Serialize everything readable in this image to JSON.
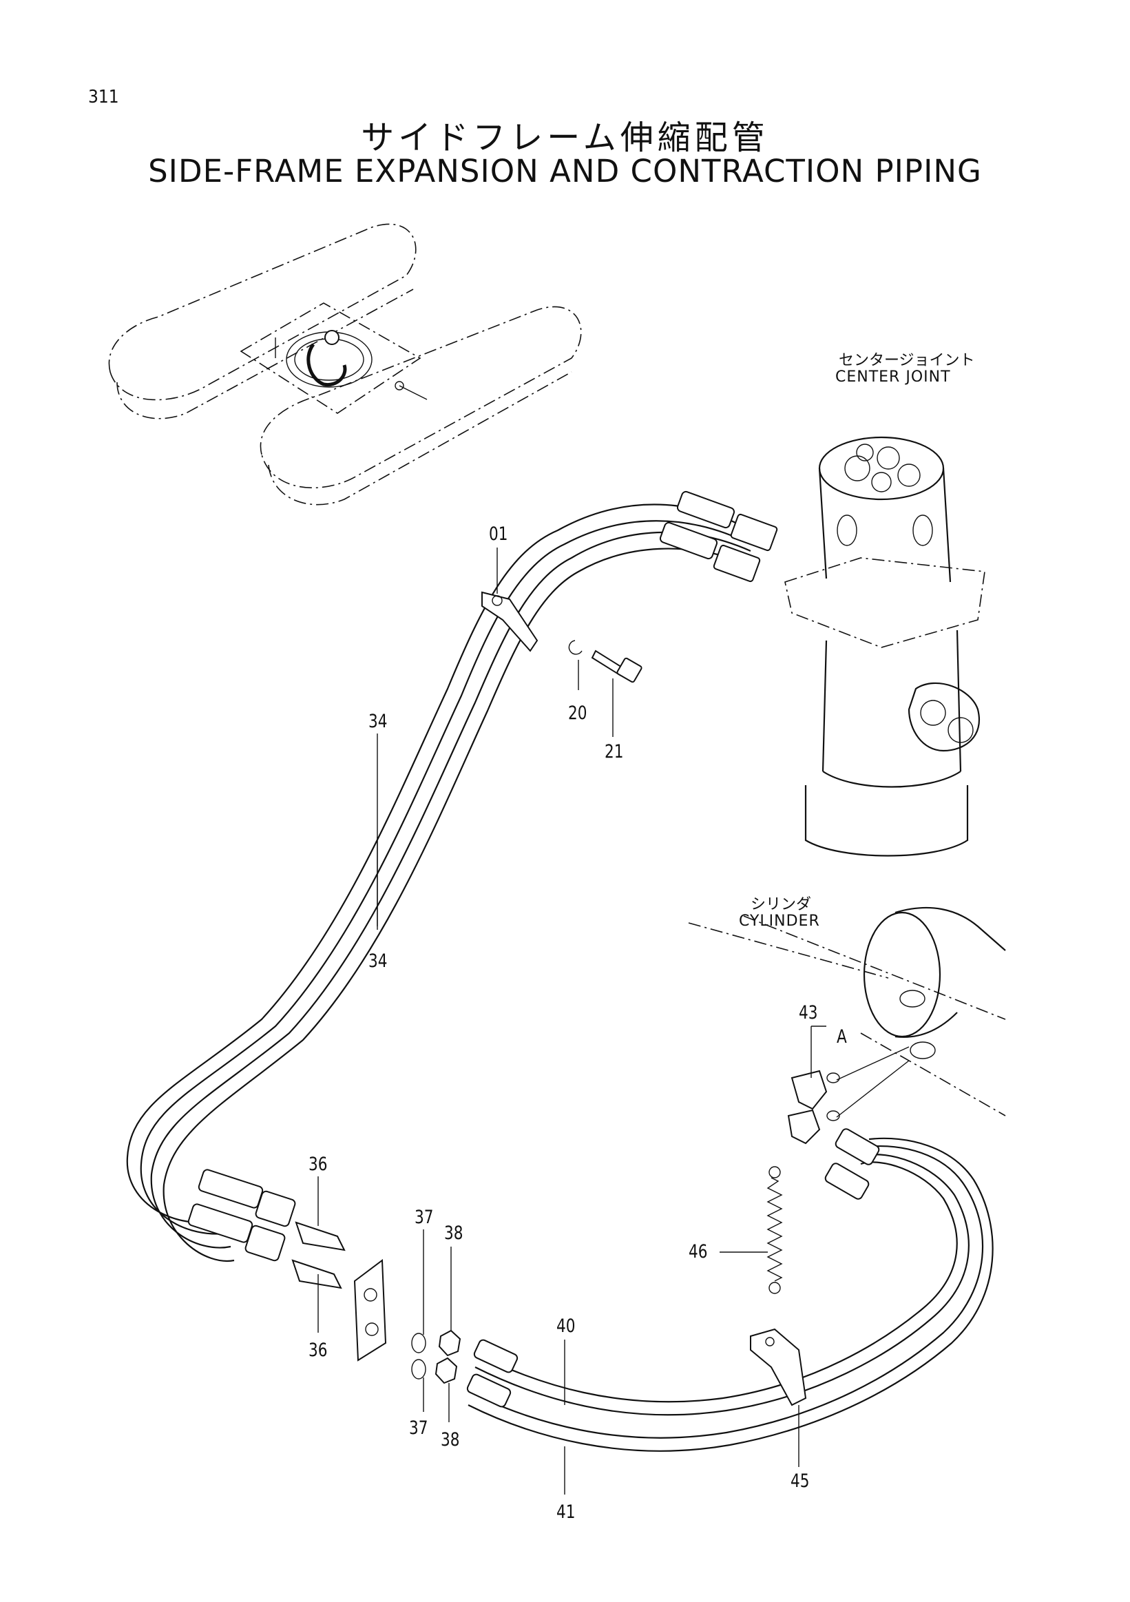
{
  "page_number": "311",
  "title_jp": "サイドフレーム伸縮配管",
  "title_en": "SIDE-FRAME EXPANSION AND CONTRACTION PIPING",
  "center_joint": {
    "jp": "センタージョイント",
    "en": "CENTER JOINT"
  },
  "cylinder": {
    "jp": "シリンダ",
    "en": "CYLINDER"
  },
  "port_label": "A",
  "callouts": {
    "c01": "01",
    "c20": "20",
    "c21": "21",
    "c34a": "34",
    "c34b": "34",
    "c36a": "36",
    "c36b": "36",
    "c37a": "37",
    "c37b": "37",
    "c38a": "38",
    "c38b": "38",
    "c40": "40",
    "c41": "41",
    "c43": "43",
    "c45": "45",
    "c46": "46"
  }
}
